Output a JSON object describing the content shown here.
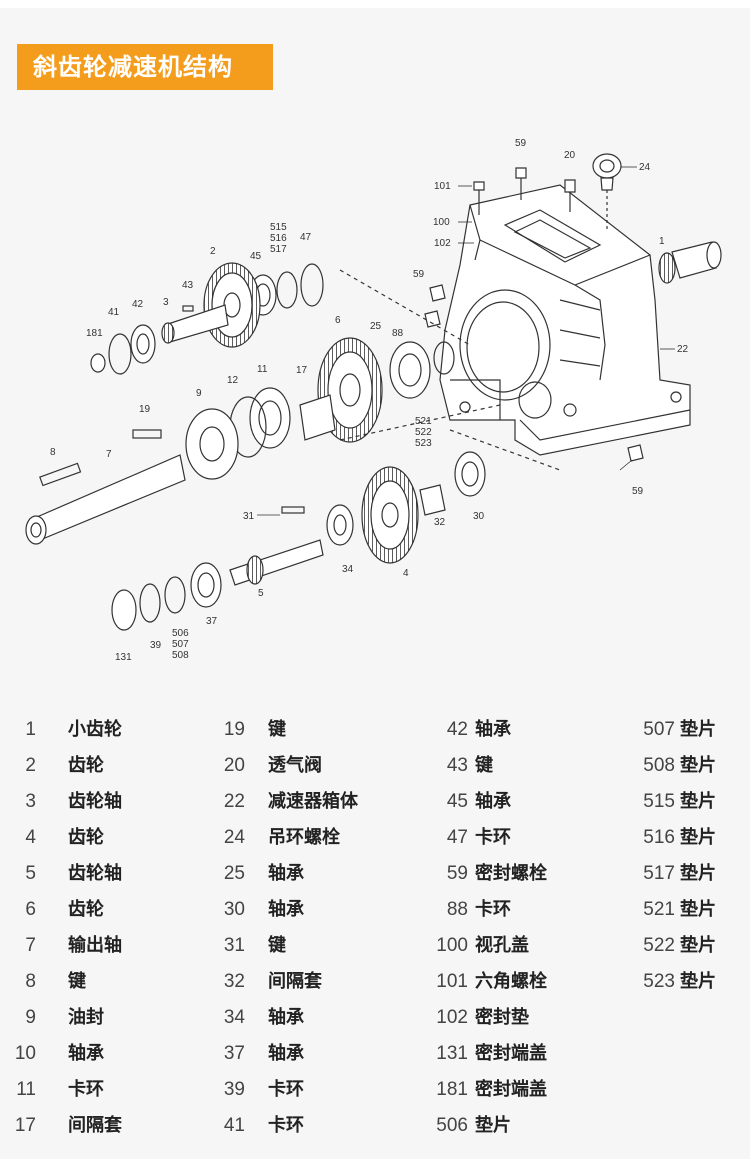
{
  "title": "斜齿轮减速机结构",
  "callouts": {
    "c1": "1",
    "c2": "2",
    "c3": "3",
    "c4": "4",
    "c5": "5",
    "c6": "6",
    "c7": "7",
    "c8": "8",
    "c9": "9",
    "c11": "11",
    "c12": "12",
    "c17": "17",
    "c19": "19",
    "c20": "20",
    "c22": "22",
    "c24": "24",
    "c25": "25",
    "c30": "30",
    "c31": "31",
    "c32": "32",
    "c34": "34",
    "c37": "37",
    "c39": "39",
    "c41": "41",
    "c42": "42",
    "c43": "43",
    "c45": "45",
    "c47": "47",
    "c59a": "59",
    "c59b": "59",
    "c59c": "59",
    "c88": "88",
    "c100": "100",
    "c101": "101",
    "c102": "102",
    "c131": "131",
    "c181": "181",
    "c506": "506",
    "c507": "507",
    "c508": "508",
    "c515": "515",
    "c516": "516",
    "c517": "517",
    "c521": "521",
    "c522": "522",
    "c523": "523"
  },
  "parts": [
    {
      "num": "1",
      "name": "小齿轮"
    },
    {
      "num": "2",
      "name": "齿轮"
    },
    {
      "num": "3",
      "name": "齿轮轴"
    },
    {
      "num": "4",
      "name": "齿轮"
    },
    {
      "num": "5",
      "name": "齿轮轴"
    },
    {
      "num": "6",
      "name": "齿轮"
    },
    {
      "num": "7",
      "name": "输出轴"
    },
    {
      "num": "8",
      "name": "键"
    },
    {
      "num": "9",
      "name": "油封"
    },
    {
      "num": "10",
      "name": "轴承"
    },
    {
      "num": "11",
      "name": "卡环"
    },
    {
      "num": "17",
      "name": "间隔套"
    },
    {
      "num": "19",
      "name": "键"
    },
    {
      "num": "20",
      "name": "透气阀"
    },
    {
      "num": "22",
      "name": "减速器箱体"
    },
    {
      "num": "24",
      "name": "吊环螺栓"
    },
    {
      "num": "25",
      "name": "轴承"
    },
    {
      "num": "30",
      "name": "轴承"
    },
    {
      "num": "31",
      "name": "键"
    },
    {
      "num": "32",
      "name": "间隔套"
    },
    {
      "num": "34",
      "name": "轴承"
    },
    {
      "num": "37",
      "name": "轴承"
    },
    {
      "num": "39",
      "name": "卡环"
    },
    {
      "num": "41",
      "name": "卡环"
    },
    {
      "num": "42",
      "name": "轴承"
    },
    {
      "num": "43",
      "name": "键"
    },
    {
      "num": "45",
      "name": "轴承"
    },
    {
      "num": "47",
      "name": "卡环"
    },
    {
      "num": "59",
      "name": "密封螺栓"
    },
    {
      "num": "88",
      "name": "卡环"
    },
    {
      "num": "100",
      "name": "视孔盖"
    },
    {
      "num": "101",
      "name": "六角螺栓"
    },
    {
      "num": "102",
      "name": "密封垫"
    },
    {
      "num": "131",
      "name": "密封端盖"
    },
    {
      "num": "181",
      "name": "密封端盖"
    },
    {
      "num": "506",
      "name": "垫片"
    },
    {
      "num": "507",
      "name": "垫片"
    },
    {
      "num": "508",
      "name": "垫片"
    },
    {
      "num": "515",
      "name": "垫片"
    },
    {
      "num": "516",
      "name": "垫片"
    },
    {
      "num": "517",
      "name": "垫片"
    },
    {
      "num": "521",
      "name": "垫片"
    },
    {
      "num": "522",
      "name": "垫片"
    },
    {
      "num": "523",
      "name": "垫片"
    }
  ]
}
